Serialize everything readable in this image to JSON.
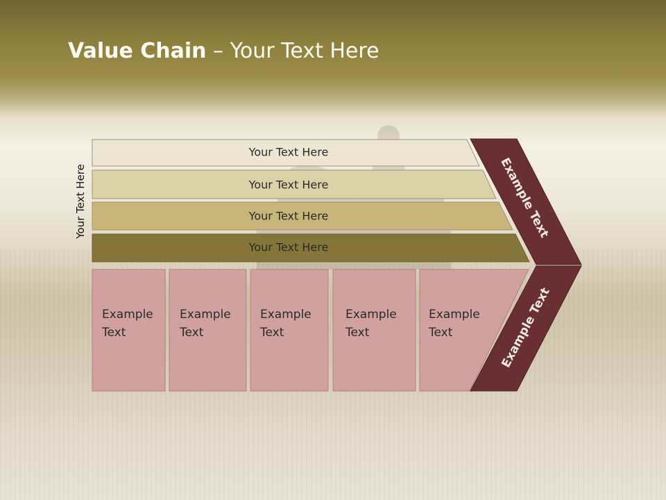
{
  "slide": {
    "title_bold": "Value Chain",
    "title_rest": " – Your Text Here",
    "side_label": "Your Text Here"
  },
  "rows": [
    {
      "label": "Your Text Here",
      "color": "#ede6d2"
    },
    {
      "label": "Your Text Here",
      "color": "#dcd2a8"
    },
    {
      "label": "Your Text Here",
      "color": "#c8b57a"
    },
    {
      "label": "Your Text Here",
      "color": "#857538"
    }
  ],
  "boxes": [
    {
      "line1": "Example",
      "line2": "Text"
    },
    {
      "line1": "Example",
      "line2": "Text"
    },
    {
      "line1": "Example",
      "line2": "Text"
    },
    {
      "line1": "Example",
      "line2": "Text"
    },
    {
      "line1": "Example",
      "line2": "Text"
    }
  ],
  "chevron": {
    "top_label": "Example Text",
    "bottom_label": "Example Text",
    "color": "#692f32"
  },
  "colors": {
    "box_fill": "#d1a1a0",
    "box_border": "#b57f80"
  }
}
